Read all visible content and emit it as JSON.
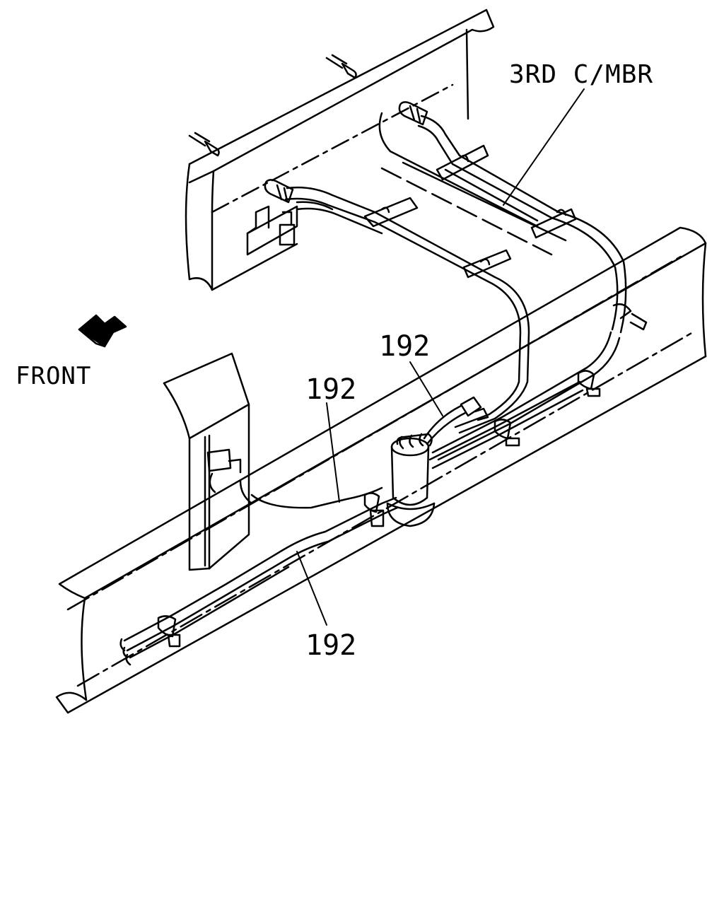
{
  "diagram": {
    "member_label": "3RD C/MBR",
    "direction_label": "FRONT",
    "part_callouts": [
      "192",
      "192",
      "192"
    ],
    "colors": {
      "line": "#000000",
      "background": "#ffffff"
    }
  }
}
